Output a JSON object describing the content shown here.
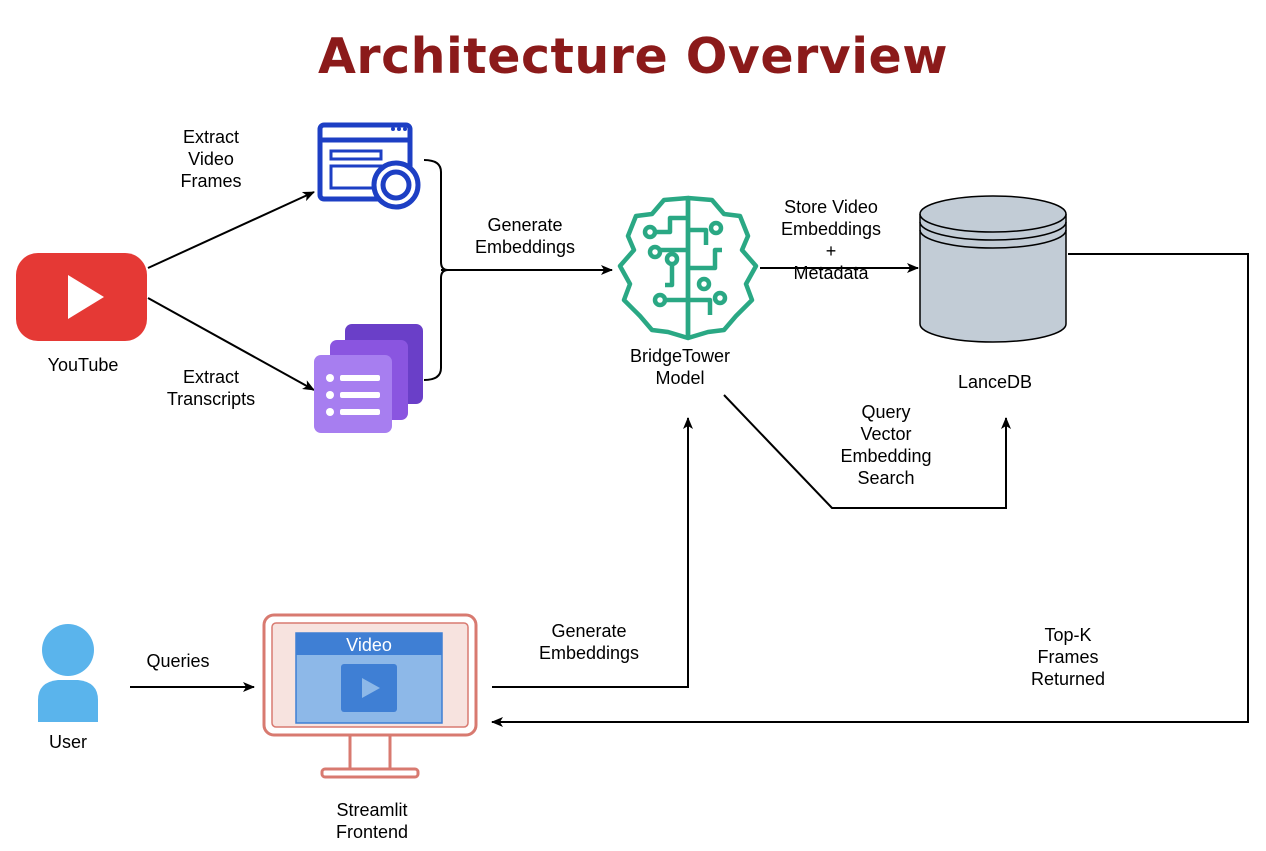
{
  "title": "Architecture Overview",
  "nodes": {
    "youtube": "YouTube",
    "bridgetower": [
      "BridgeTower",
      "Model"
    ],
    "lancedb": "LanceDB",
    "user": "User",
    "streamlit": [
      "Streamlit",
      "Frontend"
    ],
    "video_window_title": "Video"
  },
  "edges": {
    "extract_frames": [
      "Extract",
      "Video",
      "Frames"
    ],
    "extract_transcripts": [
      "Extract",
      "Transcripts"
    ],
    "generate_embeddings_top": [
      "Generate",
      "Embeddings"
    ],
    "store": [
      "Store Video",
      "Embeddings",
      "+",
      "Metadata"
    ],
    "query": [
      "Query",
      "Vector",
      "Embedding",
      "Search"
    ],
    "queries": "Queries",
    "generate_embeddings_bottom": [
      "Generate",
      "Embeddings"
    ],
    "topk": [
      "Top-K",
      "Frames",
      "Returned"
    ]
  },
  "colors": {
    "title": "#8b1a1a",
    "youtube": "#e53935",
    "frames_icon": "#1d3fc4",
    "transcript_icon": "#8a55e0",
    "brain": "#2aa884",
    "database": "#c2ccd6",
    "user": "#5ab4ec",
    "monitor": "#d87a70",
    "video_window": "#8db8e8",
    "video_header": "#3f7fd4"
  }
}
